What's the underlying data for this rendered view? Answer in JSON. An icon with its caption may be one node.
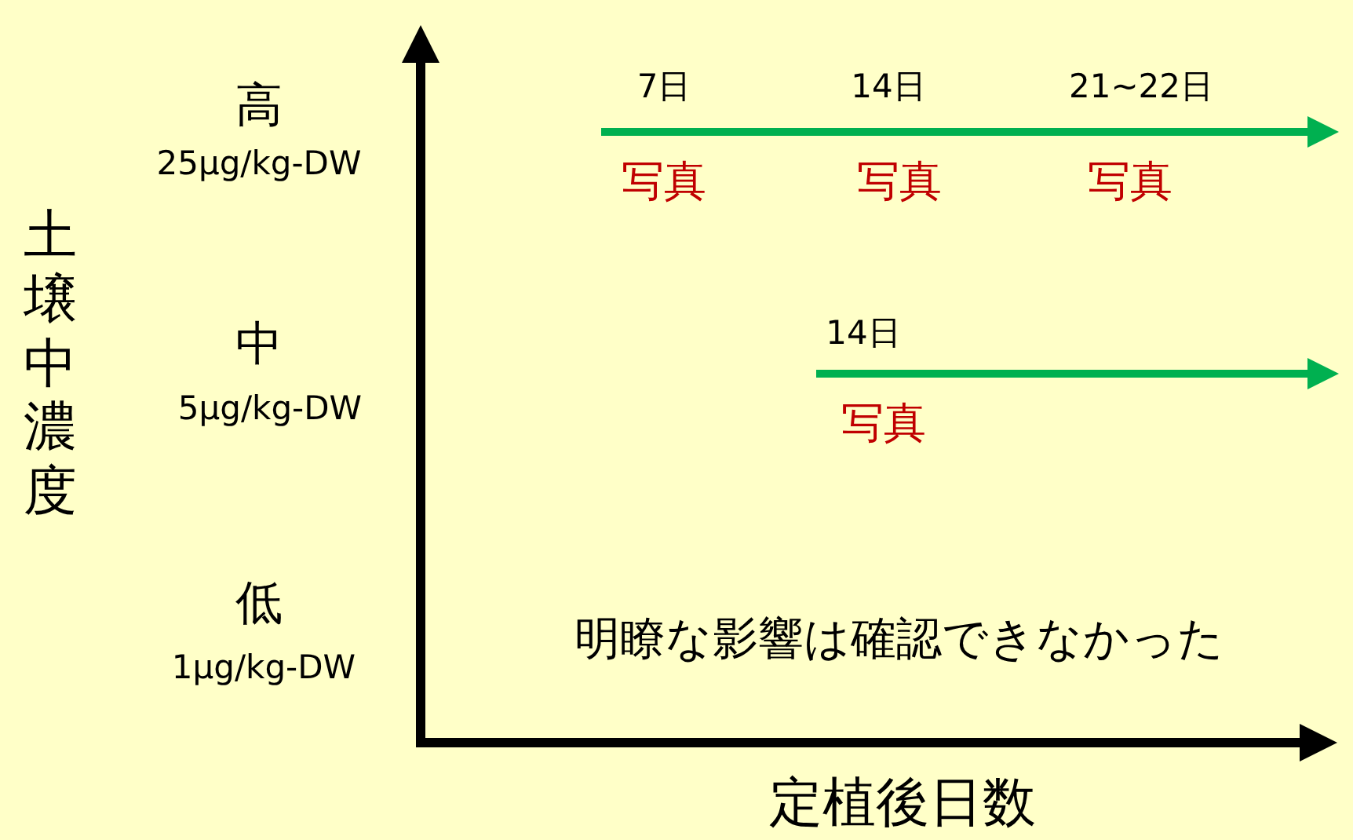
{
  "diagram": {
    "labels": [
      "高",
      "25μg/kg-DW",
      "7日",
      "14日",
      "21~22日",
      "写真",
      "写真",
      "写真",
      "土壌中濃度",
      "中",
      "5μg/kg-DW",
      "14日",
      "写真",
      "低",
      "1μg/kg-DW",
      "明瞭な影響は確認できなかった",
      "定植後日数"
    ]
  }
}
